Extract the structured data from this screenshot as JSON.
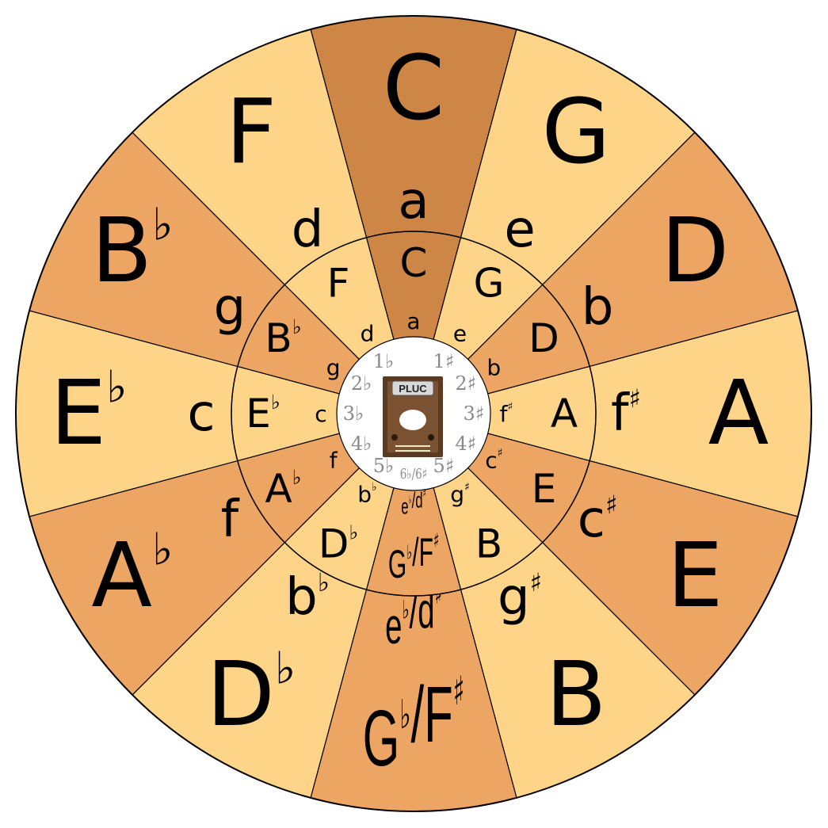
{
  "colors": {
    "light": "#fdd488",
    "medium": "#eca562",
    "dark": "#cd8646",
    "outline": "#000000",
    "center": "#ffffff",
    "signature_text": "#8a8a8a"
  },
  "logo": {
    "text": "PLUC",
    "icon": "ukulele-headstock-icon"
  },
  "segments": [
    {
      "major": "C",
      "minor": "a",
      "sig": "",
      "shade": "dark"
    },
    {
      "major": "G",
      "minor": "e",
      "sig": "1♯",
      "shade": "light"
    },
    {
      "major": "D",
      "minor": "b",
      "sig": "2♯",
      "shade": "medium"
    },
    {
      "major": "A",
      "minor": "f♯",
      "sig": "3♯",
      "shade": "light"
    },
    {
      "major": "E",
      "minor": "c♯",
      "sig": "4♯",
      "shade": "medium"
    },
    {
      "major": "B",
      "minor": "g♯",
      "sig": "5♯",
      "shade": "light"
    },
    {
      "major": "G♭/F♯",
      "minor": "e♭/d♯",
      "sig": "6♭/6♯",
      "shade": "medium"
    },
    {
      "major": "D♭",
      "minor": "b♭",
      "sig": "5♭",
      "shade": "light"
    },
    {
      "major": "A♭",
      "minor": "f",
      "sig": "4♭",
      "shade": "medium"
    },
    {
      "major": "E♭",
      "minor": "c",
      "sig": "3♭",
      "shade": "light"
    },
    {
      "major": "B♭",
      "minor": "g",
      "sig": "2♭",
      "shade": "medium"
    },
    {
      "major": "F",
      "minor": "d",
      "sig": "1♭",
      "shade": "light"
    }
  ]
}
